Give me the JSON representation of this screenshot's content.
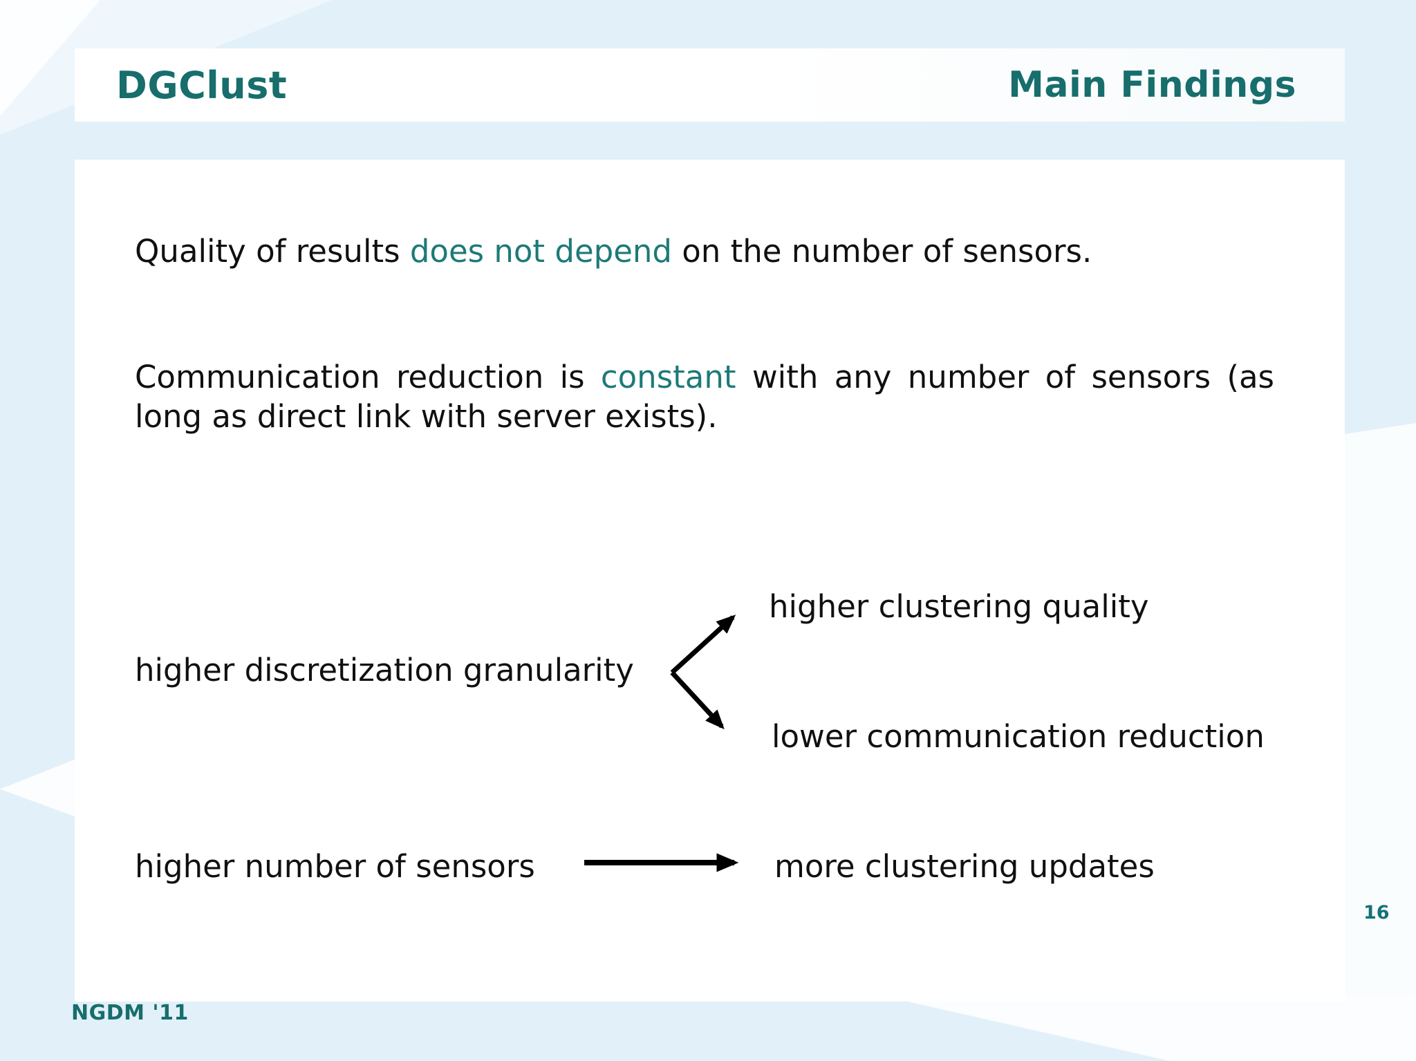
{
  "slide": {
    "title": "DGClust",
    "header_right": "Main Findings",
    "page_number": "16",
    "footer": "NGDM '11"
  },
  "content": {
    "p1": {
      "pre": "Quality of results ",
      "accent": "does not depend",
      "post": " on the number of sensors."
    },
    "p2": {
      "pre": "Communication reduction is ",
      "accent": "constant",
      "post": " with any number of sensors (as long as direct link with server exists)."
    },
    "branch_diagram": {
      "source": "higher discretization granularity",
      "branch_up": "higher clustering quality",
      "branch_down": "lower communication reduction"
    },
    "linear_diagram": {
      "source": "higher number of sensors",
      "target": "more clustering updates"
    }
  },
  "colors": {
    "heading_teal": "#176e6c",
    "accent_teal": "#1d7a78",
    "page_number_teal": "#157277",
    "background_blue": "#e2f0f9",
    "text": "#101010",
    "arrow": "#000000"
  }
}
